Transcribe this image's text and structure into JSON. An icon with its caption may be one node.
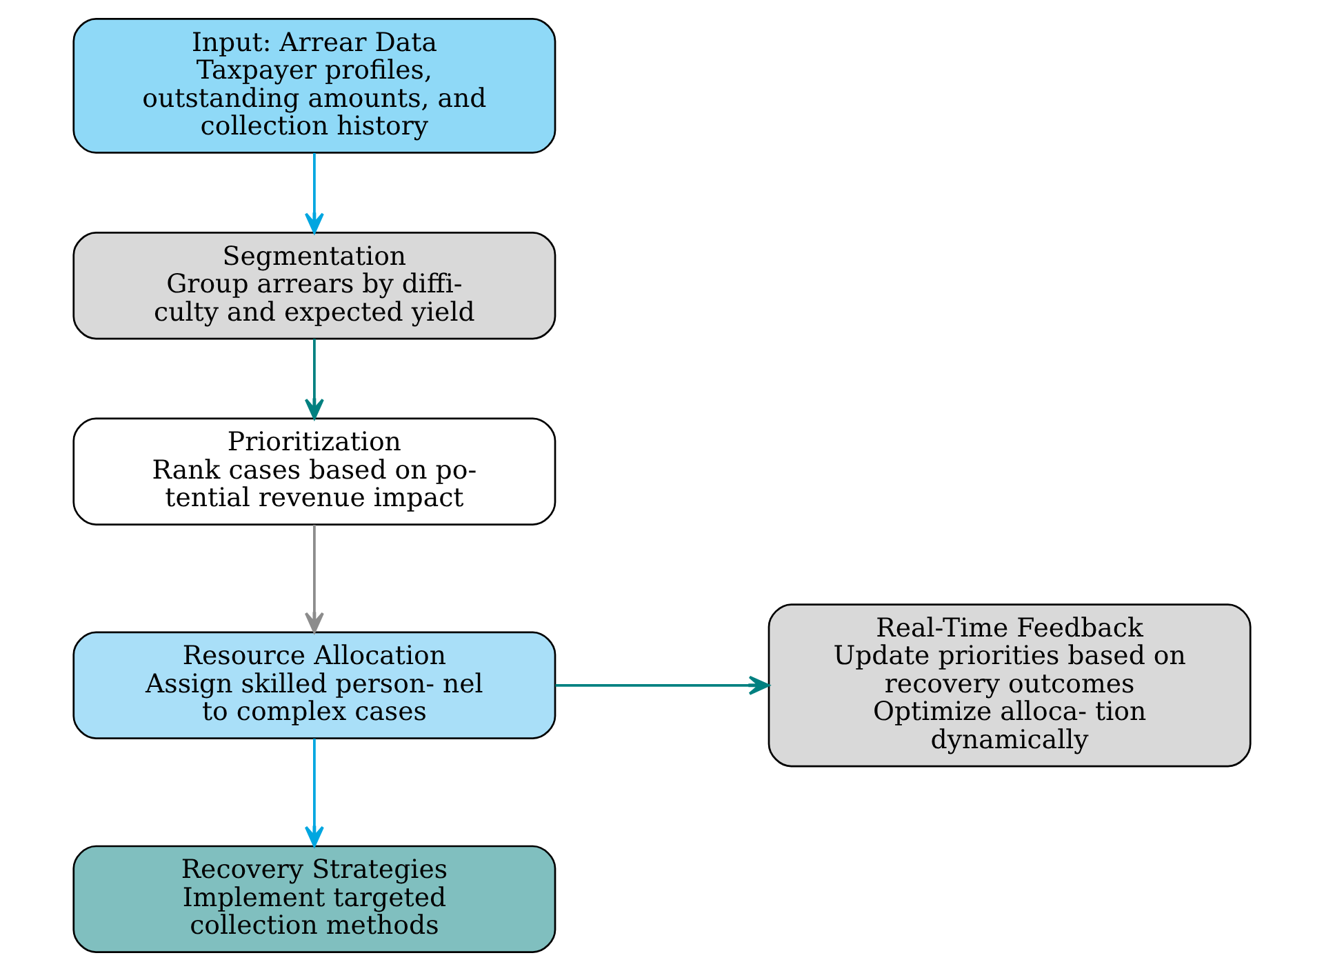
{
  "diagram": {
    "nodes": [
      {
        "text": [
          "Input: Arrear Data",
          "Taxpayer profiles, outstanding amounts, and collection history"
        ]
      },
      {
        "text": [
          "Segmentation",
          "Group arrears by diffi- culty and expected yield"
        ]
      },
      {
        "text": [
          "Prioritization",
          "Rank cases based on po- tential revenue impact"
        ]
      },
      {
        "text": [
          "Resource Allocation",
          "Assign skilled person- nel to complex cases"
        ]
      },
      {
        "text": [
          "Recovery Strategies",
          "Implement targeted collection methods"
        ]
      },
      {
        "text": [
          "Real-Time Feedback",
          "Update priorities based on recovery outcomes",
          "Optimize alloca- tion dynamically"
        ]
      }
    ],
    "edges": [
      {
        "from": 0,
        "to": 1,
        "arrow": "to",
        "color": "#00a6e0"
      },
      {
        "from": 1,
        "to": 2,
        "arrow": "to",
        "color": "#008080"
      },
      {
        "from": 2,
        "to": 3,
        "arrow": "to",
        "color": "#8c8c8c"
      },
      {
        "from": 3,
        "to": 4,
        "arrow": "to",
        "color": "#00a6e0"
      },
      {
        "from": 3,
        "to": 5,
        "arrow": "to",
        "color": "#008080"
      }
    ]
  }
}
